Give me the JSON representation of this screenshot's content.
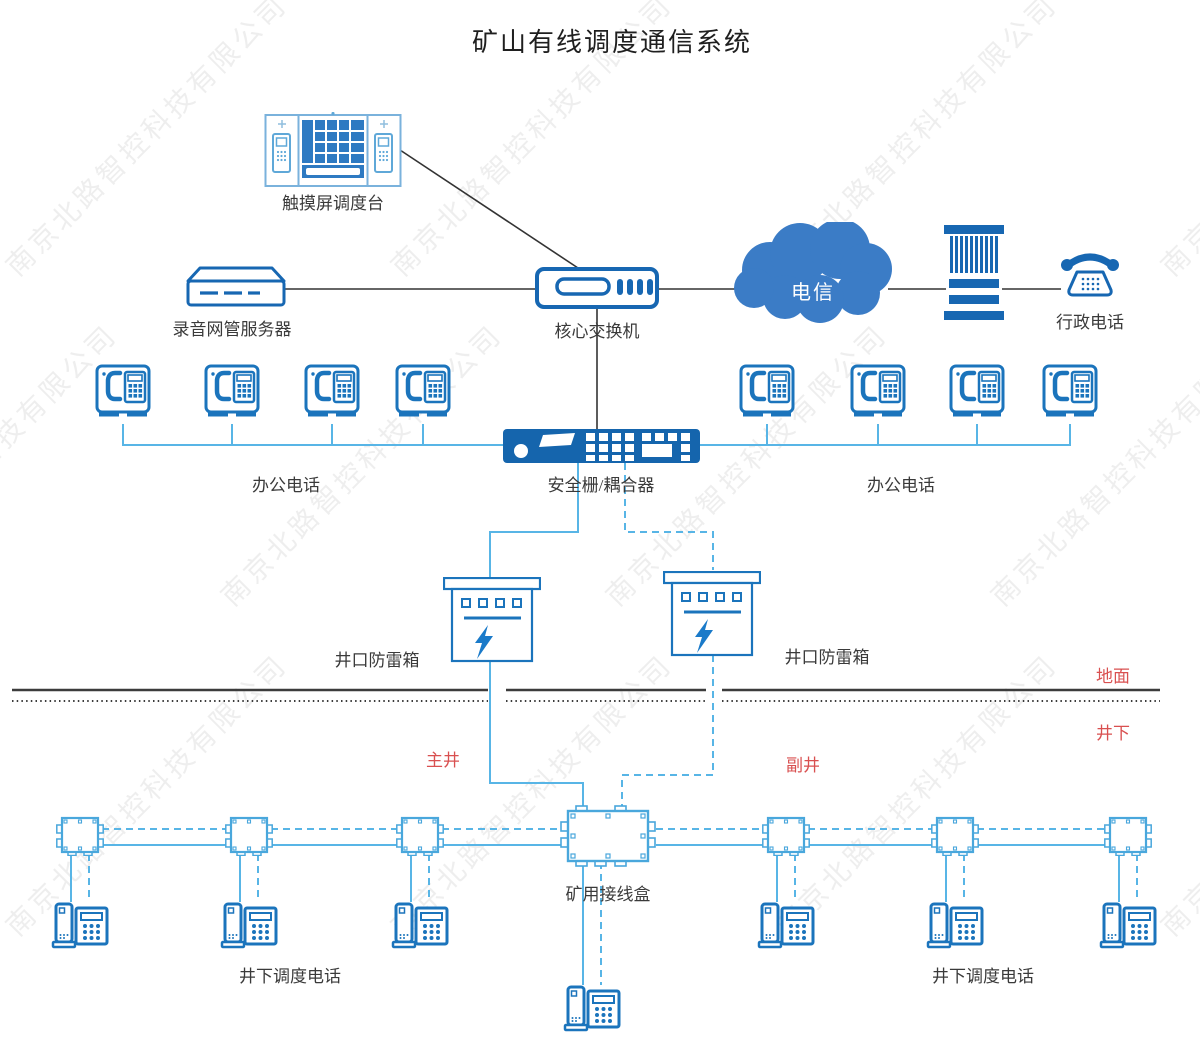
{
  "title": "矿山有线调度通信系统",
  "watermark_text": "南京北路智控科技有限公司",
  "nodes": {
    "touch_console": {
      "label": "触摸屏调度台"
    },
    "recording_server": {
      "label": "录音网管服务器"
    },
    "core_switch": {
      "label": "核心交换机"
    },
    "telecom_cloud": {
      "label": "电信"
    },
    "admin_phone": {
      "label": "行政电话"
    },
    "office_phones_left": {
      "label": "办公电话",
      "count": 4
    },
    "office_phones_right": {
      "label": "办公电话",
      "count": 4
    },
    "safety_barrier": {
      "label": "安全栅/耦合器"
    },
    "lightning_box_left": {
      "label": "井口防雷箱"
    },
    "lightning_box_right": {
      "label": "井口防雷箱"
    },
    "mine_junction_box": {
      "label": "矿用接线盒",
      "small_box_count": 6
    },
    "underground_phones_left": {
      "label": "井下调度电话",
      "count": 3
    },
    "underground_phones_right": {
      "label": "井下调度电话",
      "count": 3
    },
    "underground_phone_center": {
      "count": 1
    }
  },
  "zone_labels": {
    "surface": "地面",
    "underground": "井下",
    "main_shaft": "主井",
    "aux_shaft": "副井"
  },
  "colors": {
    "device_blue": "#1767b2",
    "phone_blue": "#1b74bc",
    "line_blue": "#58b5e6",
    "junction_blue": "#49a7dc",
    "cloud_blue": "#3b7cc6",
    "console_blue": "#7ab2dc",
    "label_red": "#d95050",
    "line_black": "#333333"
  }
}
